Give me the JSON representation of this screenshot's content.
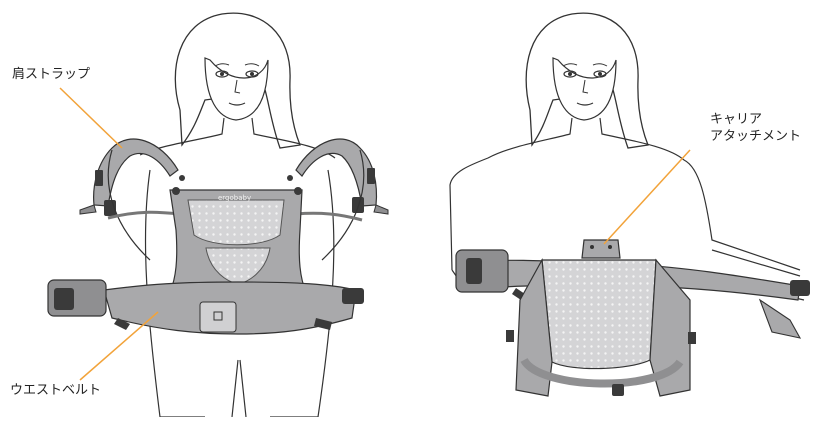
{
  "labels": {
    "shoulder_strap": "肩ストラップ",
    "waist_belt": "ウエストベルト",
    "carrier_attachment_line1": "キャリア",
    "carrier_attachment_line2": "アタッチメント"
  },
  "brand_text": "ergobaby",
  "colors": {
    "leader_line": "#f2a33a",
    "fabric": "#a9a9ab",
    "fabric_dark": "#8f8f91",
    "mesh": "#d9d9da",
    "buckle": "#3a3a3a",
    "outline": "#333333"
  }
}
